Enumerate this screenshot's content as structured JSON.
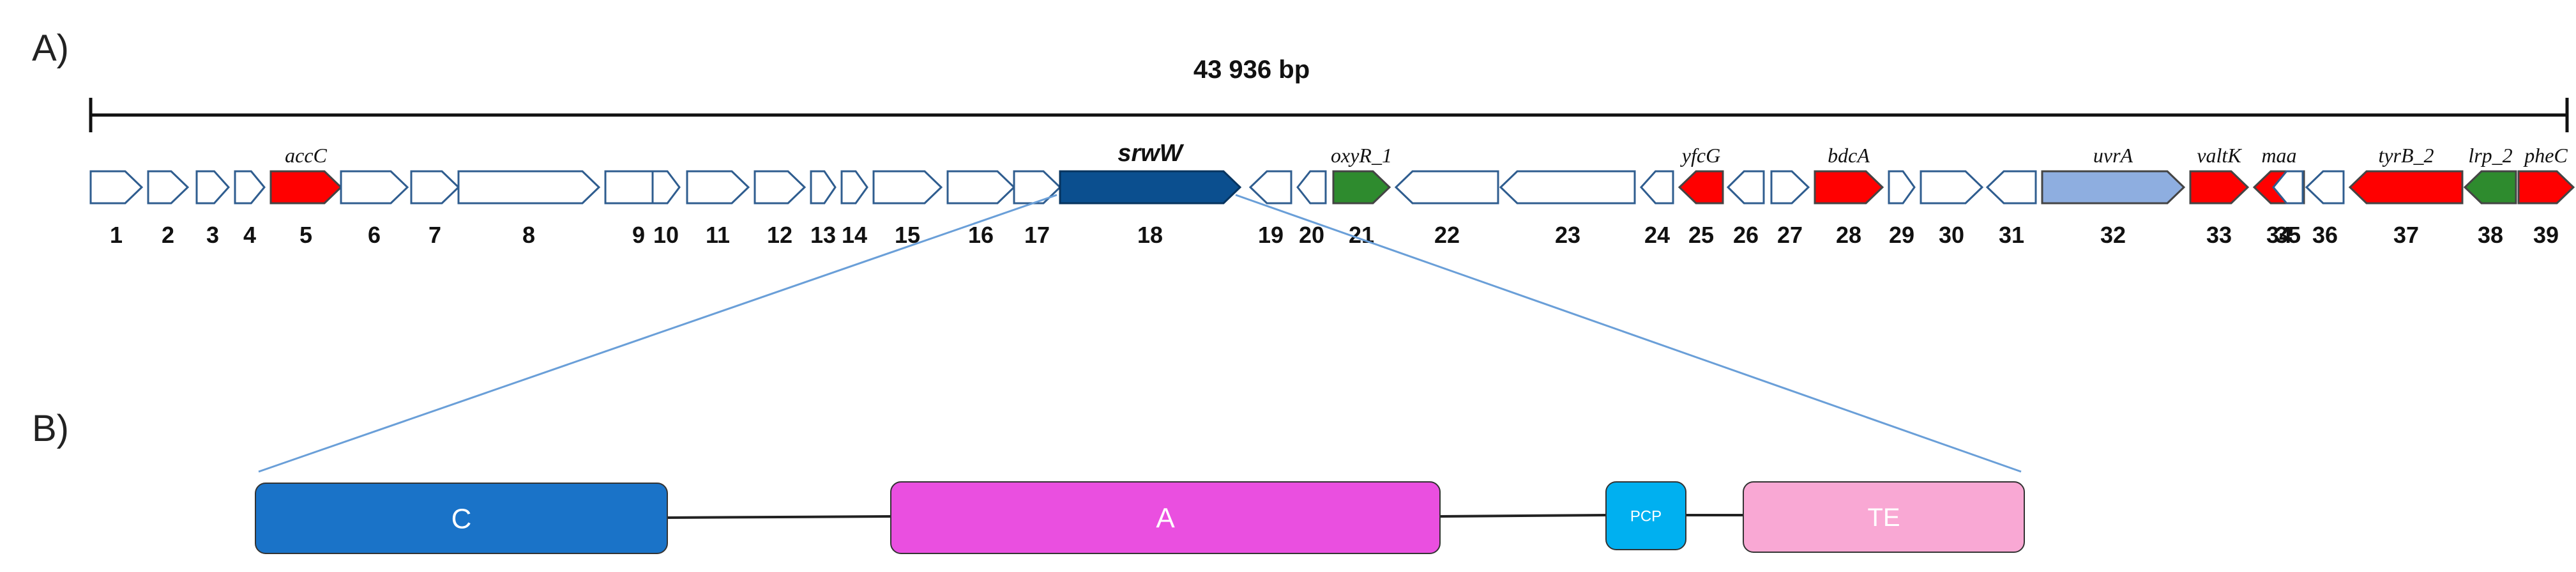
{
  "panels": {
    "a": "A)",
    "b": "B)"
  },
  "scale_label": "43 936 bp",
  "colors": {
    "blank": "#ffffff",
    "red": "#ff0000",
    "green": "#2e8b2e",
    "darkblue": "#0b4f8f",
    "lightblue": "#8eaee0"
  },
  "genes": [
    {
      "num": "1",
      "name": "",
      "dir": "right",
      "color": "blank"
    },
    {
      "num": "2",
      "name": "",
      "dir": "right",
      "color": "blank"
    },
    {
      "num": "3",
      "name": "",
      "dir": "right",
      "color": "blank"
    },
    {
      "num": "4",
      "name": "",
      "dir": "right",
      "color": "blank"
    },
    {
      "num": "5",
      "name": "accC",
      "dir": "right",
      "color": "red"
    },
    {
      "num": "6",
      "name": "",
      "dir": "right",
      "color": "blank"
    },
    {
      "num": "7",
      "name": "",
      "dir": "right",
      "color": "blank"
    },
    {
      "num": "8",
      "name": "",
      "dir": "right",
      "color": "blank"
    },
    {
      "num": "9",
      "name": "",
      "dir": "right",
      "color": "blank"
    },
    {
      "num": "10",
      "name": "",
      "dir": "right",
      "color": "blank"
    },
    {
      "num": "11",
      "name": "",
      "dir": "right",
      "color": "blank"
    },
    {
      "num": "12",
      "name": "",
      "dir": "right",
      "color": "blank"
    },
    {
      "num": "13",
      "name": "",
      "dir": "right",
      "color": "blank"
    },
    {
      "num": "14",
      "name": "",
      "dir": "right",
      "color": "blank"
    },
    {
      "num": "15",
      "name": "",
      "dir": "right",
      "color": "blank"
    },
    {
      "num": "16",
      "name": "",
      "dir": "right",
      "color": "blank"
    },
    {
      "num": "17",
      "name": "",
      "dir": "right",
      "color": "blank"
    },
    {
      "num": "18",
      "name": "srwW",
      "dir": "right",
      "color": "darkblue"
    },
    {
      "num": "19",
      "name": "",
      "dir": "left",
      "color": "blank"
    },
    {
      "num": "20",
      "name": "",
      "dir": "left",
      "color": "blank"
    },
    {
      "num": "21",
      "name": "oxyR_1",
      "dir": "right",
      "color": "green"
    },
    {
      "num": "22",
      "name": "",
      "dir": "left",
      "color": "blank"
    },
    {
      "num": "23",
      "name": "",
      "dir": "left",
      "color": "blank"
    },
    {
      "num": "24",
      "name": "",
      "dir": "left",
      "color": "blank"
    },
    {
      "num": "25",
      "name": "yfcG",
      "dir": "left",
      "color": "red"
    },
    {
      "num": "26",
      "name": "",
      "dir": "left",
      "color": "blank"
    },
    {
      "num": "27",
      "name": "",
      "dir": "right",
      "color": "blank"
    },
    {
      "num": "28",
      "name": "bdcA",
      "dir": "right",
      "color": "red"
    },
    {
      "num": "29",
      "name": "",
      "dir": "right",
      "color": "blank"
    },
    {
      "num": "30",
      "name": "",
      "dir": "right",
      "color": "blank"
    },
    {
      "num": "31",
      "name": "",
      "dir": "left",
      "color": "blank"
    },
    {
      "num": "32",
      "name": "uvrA",
      "dir": "right",
      "color": "lightblue"
    },
    {
      "num": "33",
      "name": "valtK",
      "dir": "right",
      "color": "red"
    },
    {
      "num": "34",
      "name": "maa",
      "dir": "left",
      "color": "red"
    },
    {
      "num": "35",
      "name": "",
      "dir": "left",
      "color": "blank"
    },
    {
      "num": "36",
      "name": "",
      "dir": "left",
      "color": "blank"
    },
    {
      "num": "37",
      "name": "tyrB_2",
      "dir": "left",
      "color": "red"
    },
    {
      "num": "38",
      "name": "lrp_2",
      "dir": "left",
      "color": "green"
    },
    {
      "num": "39",
      "name": "pheC",
      "dir": "right",
      "color": "red"
    }
  ],
  "domains": [
    {
      "label": "C",
      "color": "#1a73c8"
    },
    {
      "label": "A",
      "color": "#ea4fe0"
    },
    {
      "label": "PCP",
      "color": "#00b0f0"
    },
    {
      "label": "TE",
      "color": "#f9a8d4"
    }
  ]
}
